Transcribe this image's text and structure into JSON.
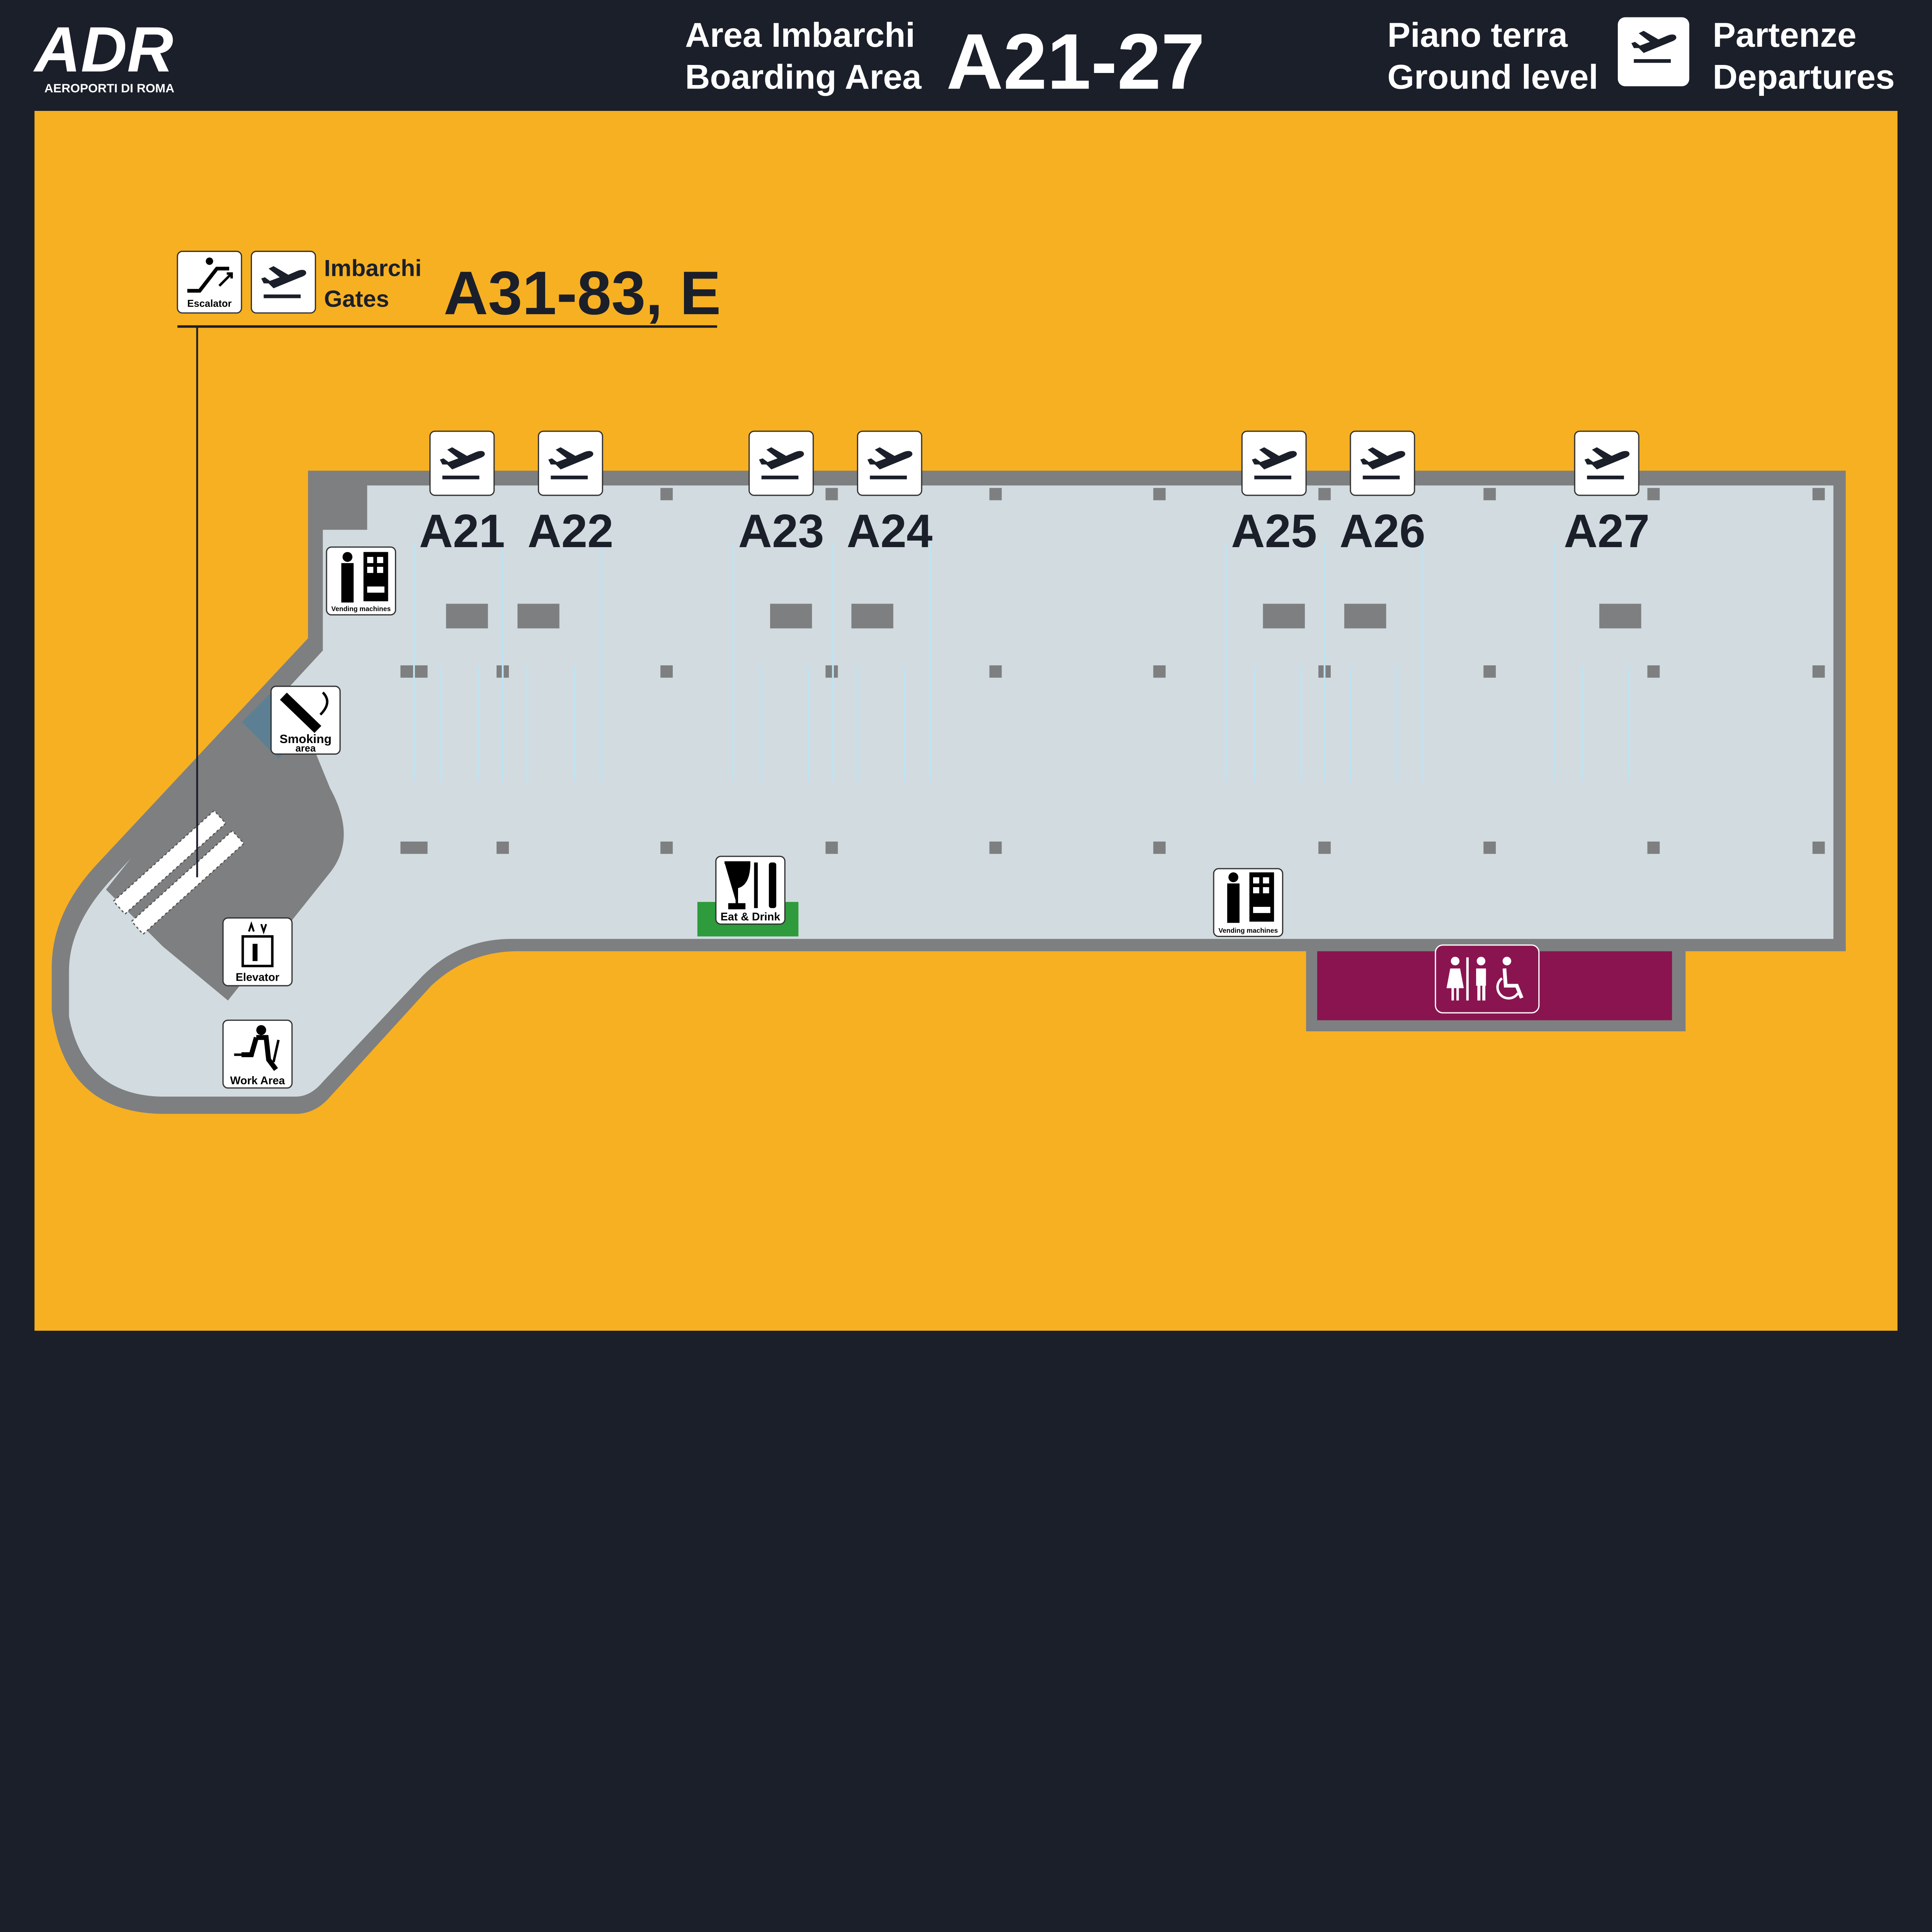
{
  "header": {
    "logo": "ADR",
    "logo_subtitle": "AEROPORTI DI ROMA",
    "area_it": "Area Imbarchi",
    "area_en": "Boarding Area",
    "area_code": "A21-27",
    "level_it": "Piano terra",
    "level_en": "Ground level",
    "section_it": "Partenze",
    "section_en": "Departures"
  },
  "directions": {
    "escalator_label": "Escalator",
    "gates_it": "Imbarchi",
    "gates_en": "Gates",
    "gates_code": "A31-83, E"
  },
  "gates": [
    "A21",
    "A22",
    "A23",
    "A24",
    "A25",
    "A26",
    "A27"
  ],
  "facilities": {
    "vending_1": "Vending machines",
    "vending_2": "Vending machines",
    "smoking_1": "Smoking",
    "smoking_2": "area",
    "eat_drink": "Eat & Drink",
    "elevator": "Elevator",
    "work_area": "Work Area"
  },
  "colors": {
    "background": "#1b1f2a",
    "map_bg": "#f6b022",
    "floor": "#d2dbdf",
    "wall": "#7e7f81",
    "restroom": "#8a1450",
    "food": "#2e9b3c"
  }
}
